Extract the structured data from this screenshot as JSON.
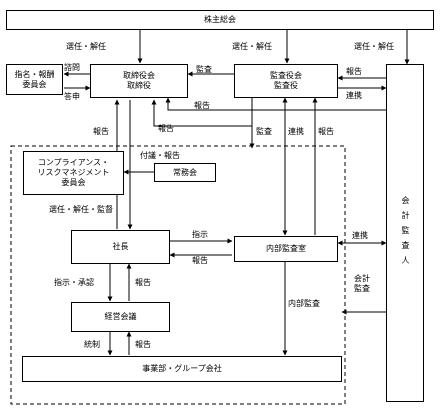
{
  "boxes": {
    "shareholders_meeting": "株主総会",
    "nomination_committee": "指名・報酬\n委員会",
    "board_of_directors": "取締役会\n取締役",
    "audit_board": "監査役会\n監査役",
    "accounting_auditor": "会計監査人",
    "compliance_committee": "コンプライアンス・\nリスクマネジメント\n委員会",
    "executive_committee": "常務会",
    "president": "社長",
    "internal_audit_office": "内部監査室",
    "management_meeting": "経営会議",
    "divisions_group": "事業部・グループ会社"
  },
  "labels": {
    "elect_board": "選任・解任",
    "elect_audit": "選任・解任",
    "elect_accounting": "選任・解任",
    "consult": "諮問",
    "report_answer": "答申",
    "audit_board_to_directors": "監査",
    "report_to_audit": "報告",
    "cooperate_accounting": "連携",
    "report_accounting_to_board": "報告",
    "report_to_board_left": "報告",
    "report_to_board_mid": "報告",
    "audit_down": "監査",
    "cooperate_internal": "連携",
    "report_internal": "報告",
    "agenda_report": "付議・報告",
    "elect_supervise": "選任・解任・監督",
    "instruct_internal": "指示",
    "report_from_internal": "報告",
    "cooperate_internal_accounting": "連携",
    "accounting_audit": "会計\n監査",
    "instruct_approve": "指示・承認",
    "report_management": "報告",
    "internal_audit": "内部監査",
    "control": "統制",
    "report_divisions": "報告"
  }
}
